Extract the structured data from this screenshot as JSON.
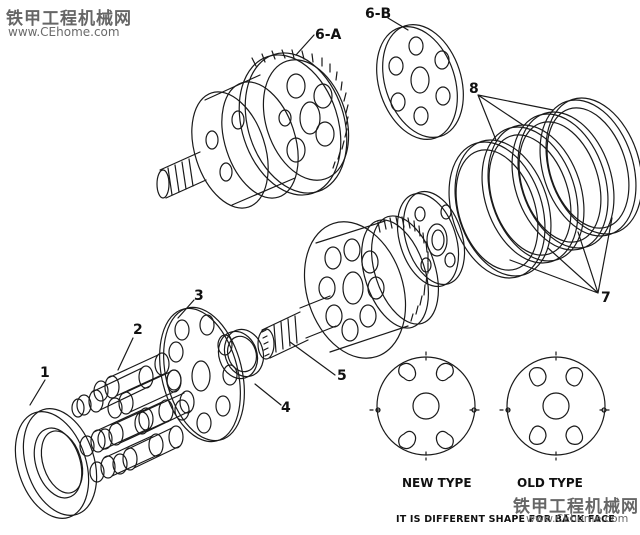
{
  "watermark": {
    "brand_cn": "铁甲工程机械网",
    "site_url": "www.CEhome.com"
  },
  "callouts": [
    "1",
    "2",
    "3",
    "4",
    "5",
    "6-A",
    "6-B",
    "7",
    "8"
  ],
  "types": {
    "new_type": "NEW TYPE",
    "old_type": "OLD TYPE"
  },
  "note": "IT IS DIFFERENT SHAPE FOR BACK FACE",
  "colors": {
    "line": "#1a1a1a",
    "background": "#ffffff",
    "watermark": "#666666"
  }
}
